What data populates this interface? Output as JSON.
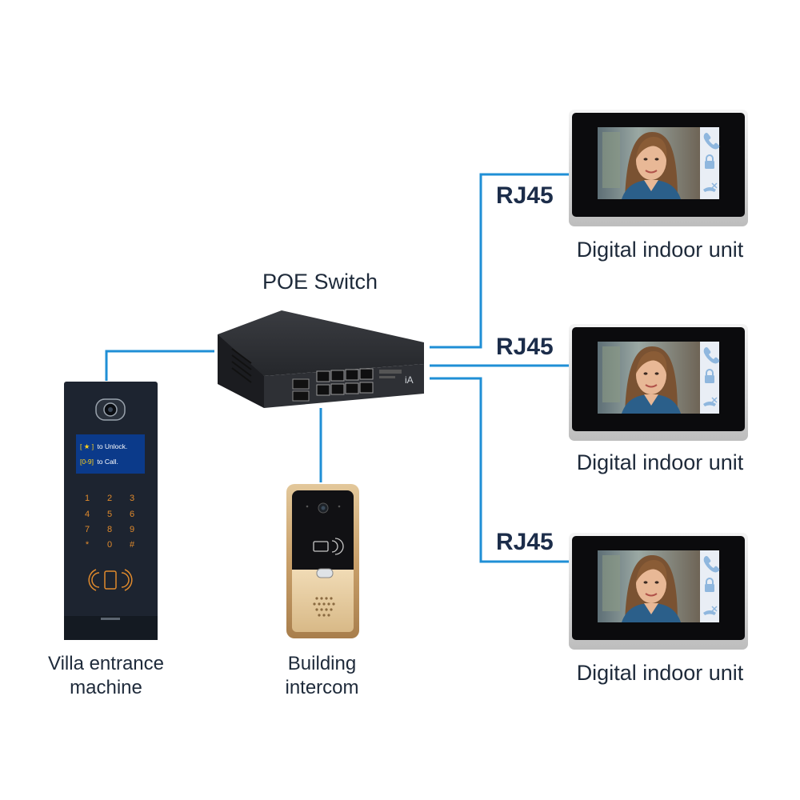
{
  "labels": {
    "poe_switch": "POE Switch",
    "villa_entrance": "Villa entrance machine",
    "building_intercom": "Building intercom",
    "indoor_units": [
      "Digital indoor unit",
      "Digital indoor unit",
      "Digital indoor unit"
    ],
    "rj45": [
      "RJ45",
      "RJ45",
      "RJ45"
    ]
  },
  "entrance_screen": {
    "line1_key": "[ ★ ]",
    "line1_text": "to Unlock.",
    "line2_key": "[0-9]",
    "line2_text": "to Call."
  },
  "keypad": [
    "1",
    "2",
    "3",
    "4",
    "5",
    "6",
    "7",
    "8",
    "9",
    "*",
    "0",
    "#"
  ],
  "switch_badge": "iA",
  "colors": {
    "cable": "#1f8fd6",
    "label_text": "#1e2a3a",
    "rj45_text": "#1c2d4a",
    "switch_body": "#2b2d31",
    "entrance_panel": "#1d2430",
    "entrance_screen": "#0b3a8a",
    "screen_yellow": "#ffd21a",
    "keypad_orange": "#e08a2c",
    "intercom_gold": "#c9a06a"
  },
  "icons": [
    "camera-icon",
    "rfid-card-icon",
    "phone-icon",
    "lock-icon",
    "hangup-icon",
    "speaker-grille-icon"
  ]
}
